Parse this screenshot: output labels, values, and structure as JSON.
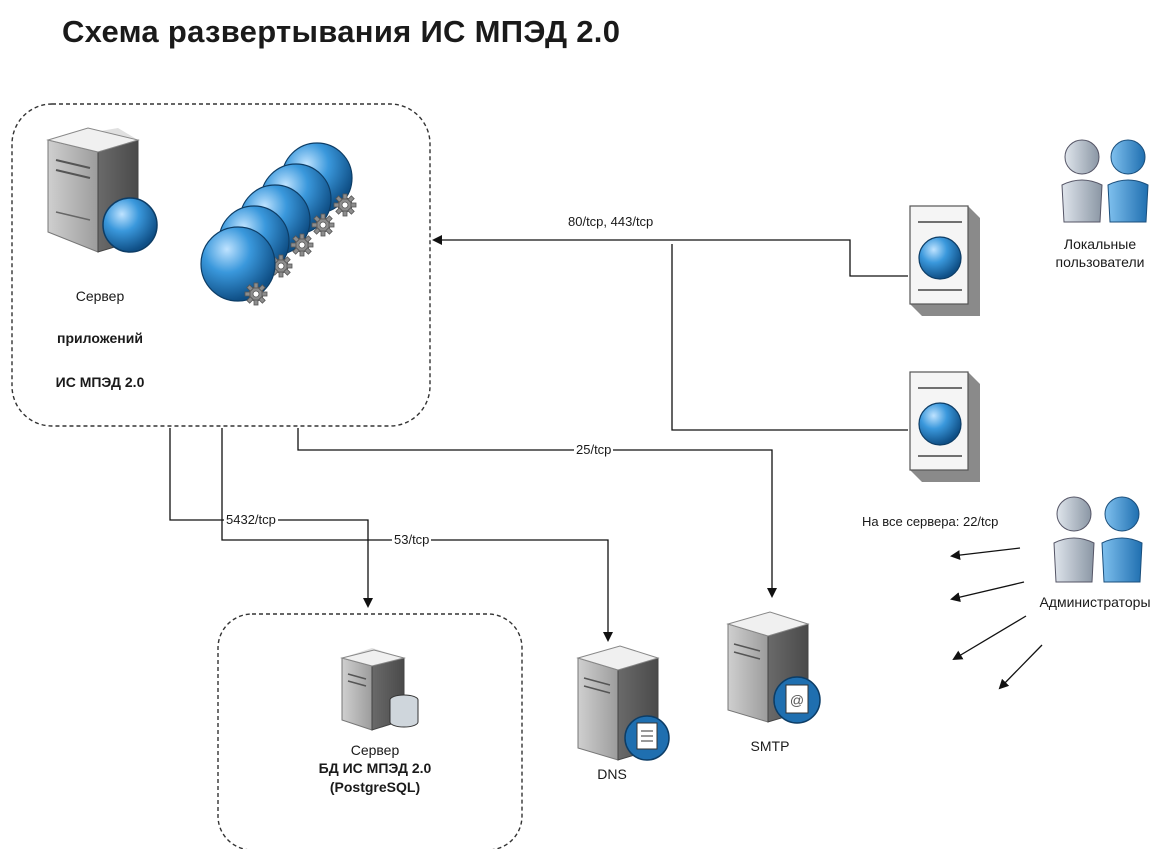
{
  "title": "Схема развертывания ИС МПЭД 2.0",
  "app_server": {
    "line1": "Сервер",
    "line2": "приложений",
    "line3": "ИС МПЭД 2.0"
  },
  "db_server": {
    "line1": "Сервер",
    "line2": "БД ИС МПЭД 2.0",
    "line3": "(PostgreSQL)"
  },
  "dns": {
    "label": "DNS"
  },
  "smtp": {
    "label": "SMTP"
  },
  "local_users": {
    "line1": "Локальные",
    "line2": "пользователи"
  },
  "admins": {
    "label": "Администраторы",
    "note": "На все сервера: 22/tcp"
  },
  "ports": {
    "http": "80/tcp, 443/tcp",
    "smtp": "25/tcp",
    "postgres": "5432/tcp",
    "dns": "53/tcp"
  },
  "colors": {
    "globe": "#2e86c8",
    "server_body": "#8c8c8c",
    "user_blue": "#3a8fd0",
    "user_gray": "#9aa4b0"
  }
}
